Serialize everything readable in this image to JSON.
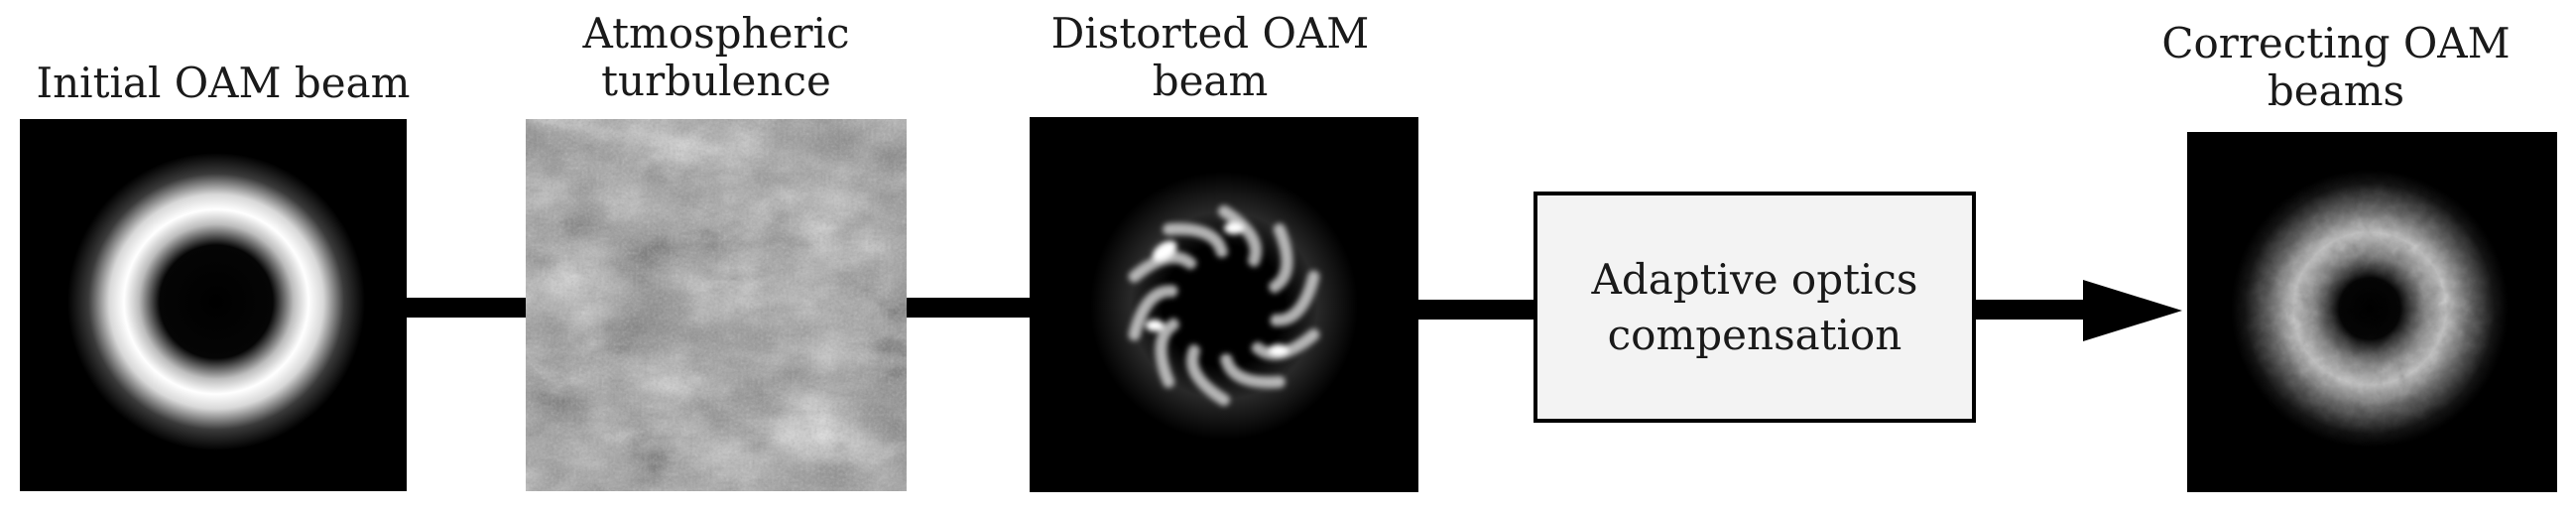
{
  "stages": {
    "initial": {
      "label": "Initial OAM beam"
    },
    "turbulence": {
      "label_line1": "Atmospheric",
      "label_line2": "turbulence"
    },
    "distorted": {
      "label_line1": "Distorted OAM",
      "label_line2": "beam"
    },
    "compensation": {
      "line1": "Adaptive optics",
      "line2": "compensation"
    },
    "corrected": {
      "label_line1": "Correcting OAM",
      "label_line2": "beams"
    }
  }
}
